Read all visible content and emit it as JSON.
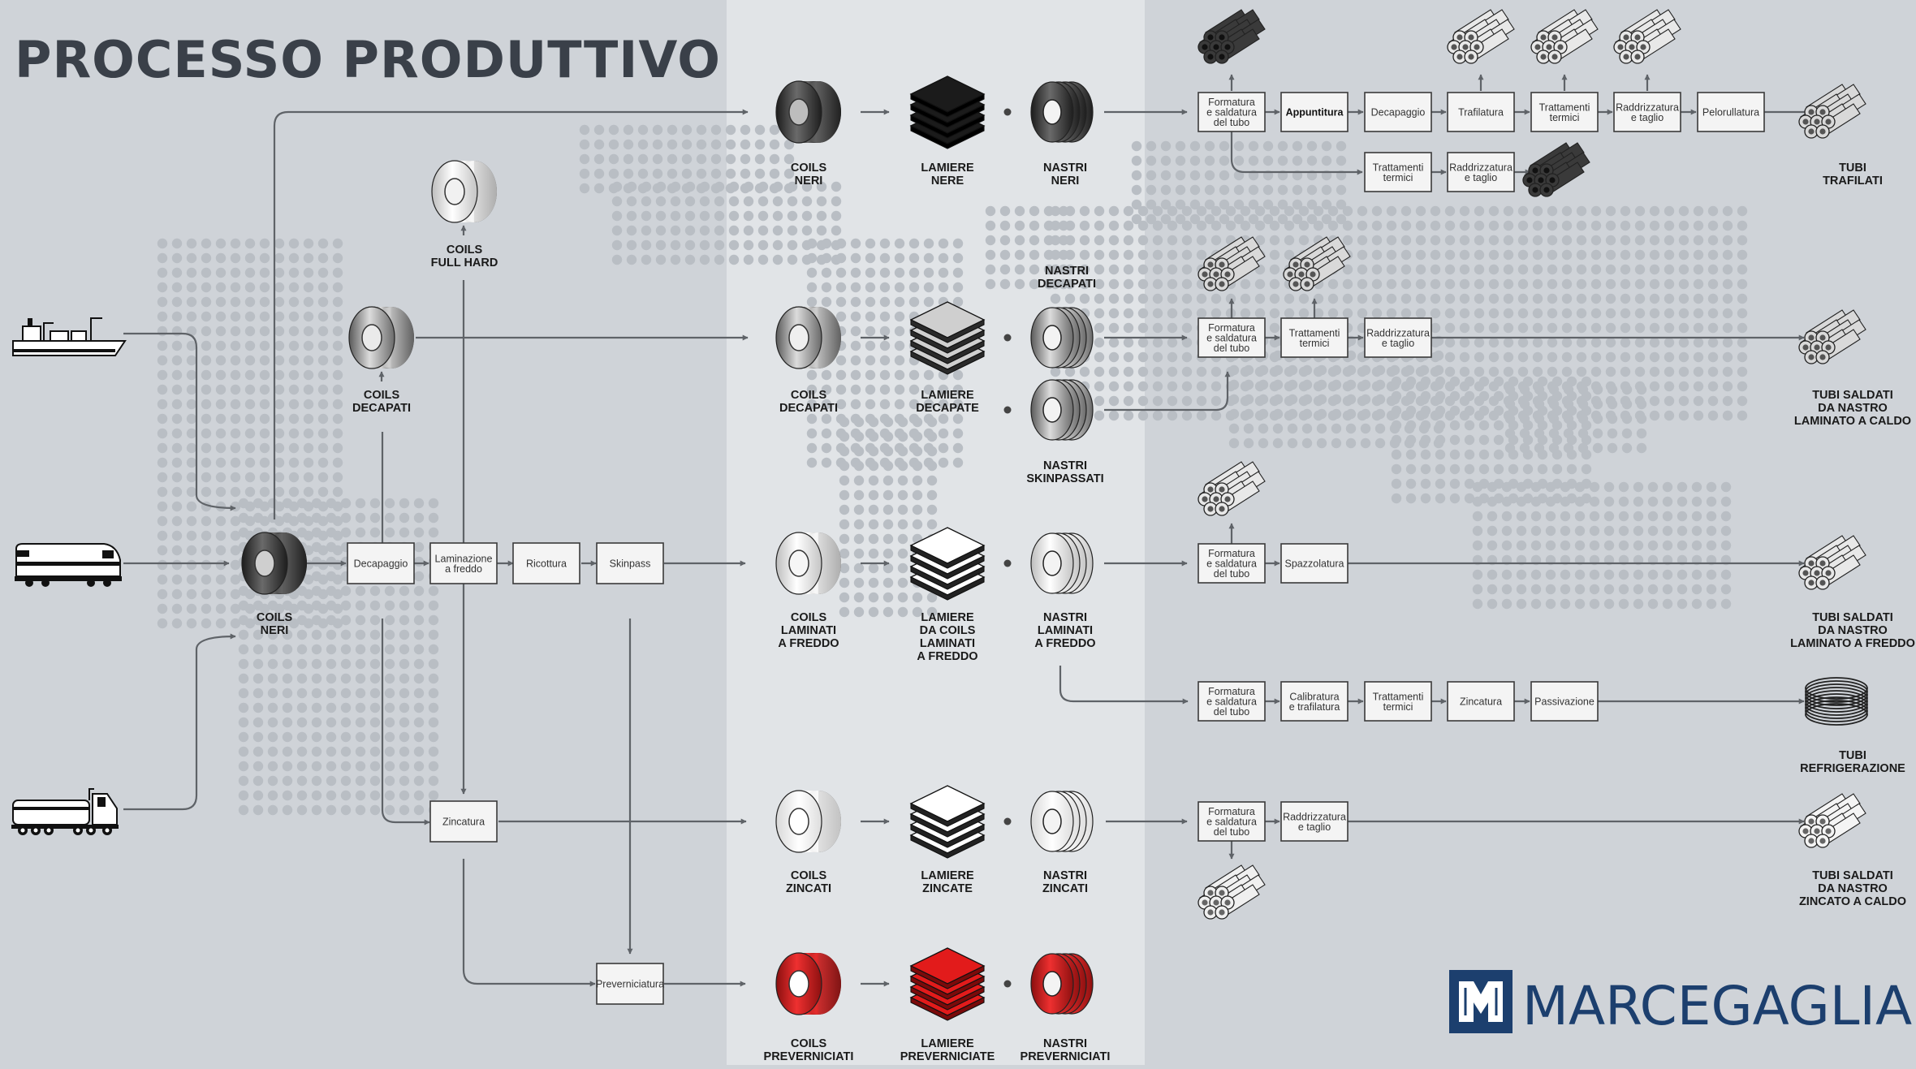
{
  "title": "PROCESSO PRODUTTIVO",
  "logo_text": "MARCEGAGLIA",
  "colors": {
    "background": "#cfd3d8",
    "panel": "#e1e4e7",
    "accent_red": "#d21e1e",
    "logo_blue": "#1c3f6e",
    "line": "#5f6368"
  },
  "transport": [
    {
      "id": "ship",
      "icon": "ship-icon"
    },
    {
      "id": "train",
      "icon": "train-icon"
    },
    {
      "id": "truck",
      "icon": "truck-icon"
    }
  ],
  "source_coil": {
    "label": [
      "COILS",
      "NERI"
    ]
  },
  "side_coils": [
    {
      "id": "full-hard",
      "label": [
        "COILS",
        "FULL HARD"
      ]
    },
    {
      "id": "decapati-side",
      "label": [
        "COILS",
        "DECAPATI"
      ]
    }
  ],
  "process_steps": [
    {
      "id": "decapaggio",
      "label": [
        "Decapaggio"
      ]
    },
    {
      "id": "laminazione",
      "label": [
        "Laminazione",
        "a freddo"
      ]
    },
    {
      "id": "ricottura",
      "label": [
        "Ricottura"
      ]
    },
    {
      "id": "skinpass",
      "label": [
        "Skinpass"
      ]
    },
    {
      "id": "zincatura",
      "label": [
        "Zincatura"
      ]
    },
    {
      "id": "preverniciatura",
      "label": [
        "Preverniciatura"
      ]
    }
  ],
  "product_rows": [
    {
      "id": "neri",
      "coil": [
        "COILS",
        "NERI"
      ],
      "sheet": [
        "LAMIERE",
        "NERE"
      ],
      "strip": [
        "NASTRI",
        "NERI"
      ],
      "strip_top": []
    },
    {
      "id": "decapati",
      "coil": [
        "COILS",
        "DECAPATI"
      ],
      "sheet": [
        "LAMIERE",
        "DECAPATE"
      ],
      "strip": [],
      "strip_top": [
        "NASTRI",
        "DECAPATI"
      ]
    },
    {
      "id": "laminati",
      "coil": [
        "COILS",
        "LAMINATI",
        "A FREDDO"
      ],
      "sheet": [
        "LAMIERE",
        "DA COILS",
        "LAMINATI",
        "A FREDDO"
      ],
      "strip": [
        "NASTRI",
        "LAMINATI",
        "A FREDDO"
      ],
      "strip_top": []
    },
    {
      "id": "zincati",
      "coil": [
        "COILS",
        "ZINCATI"
      ],
      "sheet": [
        "LAMIERE",
        "ZINCATE"
      ],
      "strip": [
        "NASTRI",
        "ZINCATI"
      ],
      "strip_top": []
    },
    {
      "id": "preverniciati",
      "coil": [
        "COILS",
        "PREVERNICIATI"
      ],
      "sheet": [
        "LAMIERE",
        "PREVERNICIATE"
      ],
      "strip": [
        "NASTRI",
        "PREVERNICIATI"
      ],
      "strip_top": []
    }
  ],
  "extra_strip": {
    "label": [
      "NASTRI",
      "SKINPASSATI"
    ]
  },
  "tube_steps": [
    {
      "id": "r1-formatura",
      "label": [
        "Formatura",
        "e saldatura",
        "del tubo"
      ],
      "bold": false
    },
    {
      "id": "r1-appuntitura",
      "label": [
        "Appuntitura"
      ],
      "bold": true
    },
    {
      "id": "r1-decapaggio",
      "label": [
        "Decapaggio"
      ],
      "bold": false
    },
    {
      "id": "r1-trafilatura",
      "label": [
        "Trafilatura"
      ],
      "bold": false
    },
    {
      "id": "r1-trattamenti",
      "label": [
        "Trattamenti",
        "termici"
      ],
      "bold": false
    },
    {
      "id": "r1-raddrizzatura",
      "label": [
        "Raddrizzatura",
        "e taglio"
      ],
      "bold": false
    },
    {
      "id": "r1-pelorullatura",
      "label": [
        "Pelorullatura"
      ],
      "bold": false
    },
    {
      "id": "r1b-trattamenti",
      "label": [
        "Trattamenti",
        "termici"
      ],
      "bold": false
    },
    {
      "id": "r1b-raddrizzatura",
      "label": [
        "Raddrizzatura",
        "e taglio"
      ],
      "bold": false
    },
    {
      "id": "r2-formatura",
      "label": [
        "Formatura",
        "e saldatura",
        "del tubo"
      ],
      "bold": false
    },
    {
      "id": "r2-trattamenti",
      "label": [
        "Trattamenti",
        "termici"
      ],
      "bold": false
    },
    {
      "id": "r2-raddrizzatura",
      "label": [
        "Raddrizzatura",
        "e taglio"
      ],
      "bold": false
    },
    {
      "id": "r3-formatura",
      "label": [
        "Formatura",
        "e saldatura",
        "del tubo"
      ],
      "bold": false
    },
    {
      "id": "r3-spazzolatura",
      "label": [
        "Spazzolatura"
      ],
      "bold": false
    },
    {
      "id": "r4-formatura",
      "label": [
        "Formatura",
        "e saldatura",
        "del tubo"
      ],
      "bold": false
    },
    {
      "id": "r4-calibratura",
      "label": [
        "Calibratura",
        "e trafilatura"
      ],
      "bold": false
    },
    {
      "id": "r4-trattamenti",
      "label": [
        "Trattamenti",
        "termici"
      ],
      "bold": false
    },
    {
      "id": "r4-zincatura",
      "label": [
        "Zincatura"
      ],
      "bold": false
    },
    {
      "id": "r4-passivazione",
      "label": [
        "Passivazione"
      ],
      "bold": false
    },
    {
      "id": "r5-formatura",
      "label": [
        "Formatura",
        "e saldatura",
        "del tubo"
      ],
      "bold": false
    },
    {
      "id": "r5-raddrizzatura",
      "label": [
        "Raddrizzatura",
        "e taglio"
      ],
      "bold": false
    }
  ],
  "final_products": [
    {
      "id": "trafilati",
      "label": [
        "TUBI",
        "TRAFILATI"
      ]
    },
    {
      "id": "saldati-caldo",
      "label": [
        "TUBI SALDATI",
        "DA NASTRO",
        "LAMINATO A CALDO"
      ]
    },
    {
      "id": "saldati-freddo",
      "label": [
        "TUBI SALDATI",
        "DA NASTRO",
        "LAMINATO A FREDDO"
      ]
    },
    {
      "id": "refrigerazione",
      "label": [
        "TUBI",
        "REFRIGERAZIONE"
      ]
    },
    {
      "id": "saldati-zincato",
      "label": [
        "TUBI SALDATI",
        "DA NASTRO",
        "ZINCATO A CALDO"
      ]
    }
  ]
}
